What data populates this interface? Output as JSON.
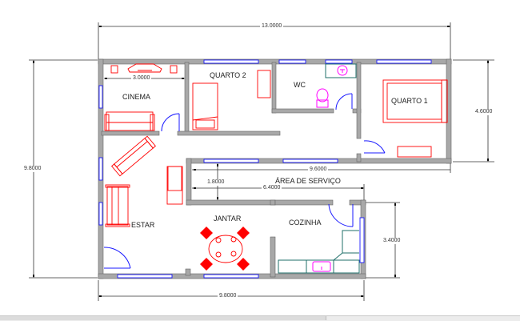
{
  "drawing": {
    "type": "floor plan",
    "colors": {
      "wall": "#a8a8a8",
      "wall_outline": "#666666",
      "window": "#1a1aff",
      "door": "#1a1aff",
      "furniture": "#ff0000",
      "sanitary": "#ff00ff",
      "counter": "#1f6f6a",
      "dimension": "#222222"
    },
    "rooms": {
      "cinema": "CINEMA",
      "quarto2": "QUARTO 2",
      "wc": "WC",
      "quarto1": "QUARTO 1",
      "area_servico": "ÁREA DE SERVIÇO",
      "estar": "ESTAR",
      "jantar": "JANTAR",
      "cozinha": "COZINHA"
    },
    "dimensions": {
      "top_width": "13.0000",
      "left_height": "9.8000",
      "right_height_upper": "4.6000",
      "right_height_lower": "3.4000",
      "bottom_width": "9.8000",
      "cinema_width": "3.0000",
      "service_width_long": "9.6000",
      "service_width_short": "6.4000",
      "service_depth": "1.8000"
    }
  },
  "scrollbar": {
    "orientation": "horizontal"
  }
}
